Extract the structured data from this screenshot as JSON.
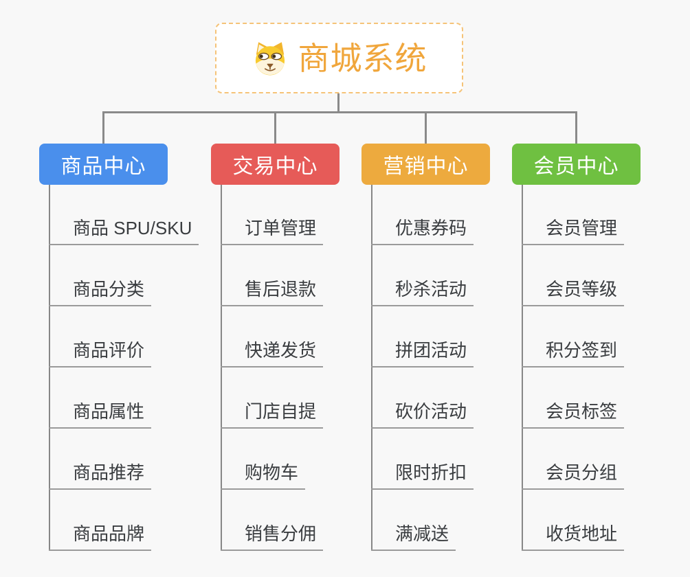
{
  "root": {
    "title": "商城系统",
    "icon": "dog-face-icon"
  },
  "branches": [
    {
      "label": "商品中心",
      "color": "#4A8FEC",
      "items": [
        "商品 SPU/SKU",
        "商品分类",
        "商品评价",
        "商品属性",
        "商品推荐",
        "商品品牌"
      ]
    },
    {
      "label": "交易中心",
      "color": "#E65B58",
      "items": [
        "订单管理",
        "售后退款",
        "快递发货",
        "门店自提",
        "购物车",
        "销售分佣"
      ]
    },
    {
      "label": "营销中心",
      "color": "#EDAA3E",
      "items": [
        "优惠券码",
        "秒杀活动",
        "拼团活动",
        "砍价活动",
        "限时折扣",
        "满减送"
      ]
    },
    {
      "label": "会员中心",
      "color": "#6FC041",
      "items": [
        "会员管理",
        "会员等级",
        "积分签到",
        "会员标签",
        "会员分组",
        "收货地址"
      ]
    }
  ],
  "style": {
    "background": "#F8F8F8",
    "connector_color": "#8A8A8A",
    "underline_color": "#9A9A9A",
    "root_text_color": "#F0A63C",
    "root_border_color": "#F5C378",
    "item_text_color": "#3A3D40"
  }
}
